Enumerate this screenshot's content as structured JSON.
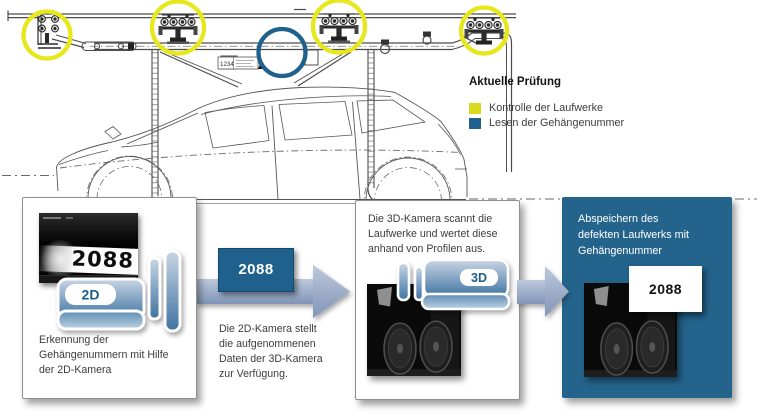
{
  "legend": {
    "title": "Aktuelle Prüfung",
    "items": [
      {
        "id": "laufwerke",
        "label": "Kontrolle der Laufwerke",
        "color": "#d9da1b"
      },
      {
        "id": "gehaengenummer",
        "label": "Lesen der Gehängenummer",
        "color": "#1f618c"
      }
    ]
  },
  "diagram": {
    "part_label": "1234"
  },
  "steps": {
    "step1": {
      "photo_number": "2088",
      "camera_label": "2D",
      "caption": "Erkennung der\nGehängenummern mit Hilfe\nder 2D-Kamera"
    },
    "transfer": {
      "tag": "2088",
      "caption": "Die 2D-Kamera stellt\ndie aufgenommenen\nDaten der 3D-Kamera\nzur Verfügung."
    },
    "step2": {
      "camera_label": "3D",
      "caption": "Die 3D-Kamera scannt die\nLaufwerke und wertet diese\nanhand von Profilen aus."
    },
    "step3": {
      "caption": "Abspeichern des\ndefekten Laufwerks mit\nGehängenummer",
      "tag": "2088"
    }
  },
  "colors": {
    "accent_blue": "#1f618c",
    "accent_yellow": "#d9da1b",
    "arrow": "#9db1cc"
  }
}
